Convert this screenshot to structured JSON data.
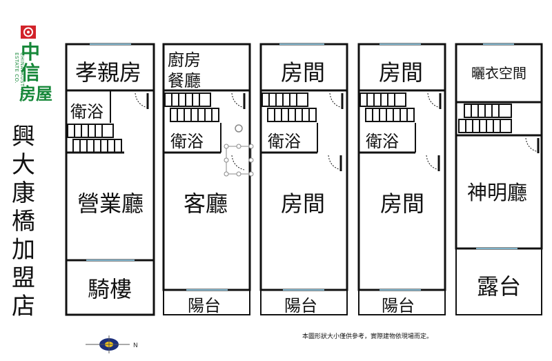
{
  "brand": {
    "mark_lines": [
      "中",
      "信",
      "房屋"
    ],
    "side_text": "CHINATRUST REAL ESTATE CO.",
    "accent_color": "#17883a",
    "logo_color": "#d2232a"
  },
  "store_title_chars": [
    "興",
    "大",
    "康",
    "橋",
    "加",
    "盟",
    "店"
  ],
  "floors": [
    {
      "rooms": [
        "孝親房",
        "衛浴",
        "營業廳",
        "騎樓"
      ]
    },
    {
      "rooms": [
        "廚房",
        "餐廳",
        "衛浴",
        "客廳",
        "陽台"
      ]
    },
    {
      "rooms": [
        "房間",
        "衛浴",
        "房間",
        "陽台"
      ]
    },
    {
      "rooms": [
        "房間",
        "衛浴",
        "房間",
        "陽台"
      ]
    },
    {
      "rooms": [
        "曬衣空間",
        "神明廳",
        "露台"
      ]
    }
  ],
  "compass": {
    "label": "N",
    "icon": "compass-icon"
  },
  "note": "本圖形狀大小僅供參考，實際建物依現場而定。"
}
